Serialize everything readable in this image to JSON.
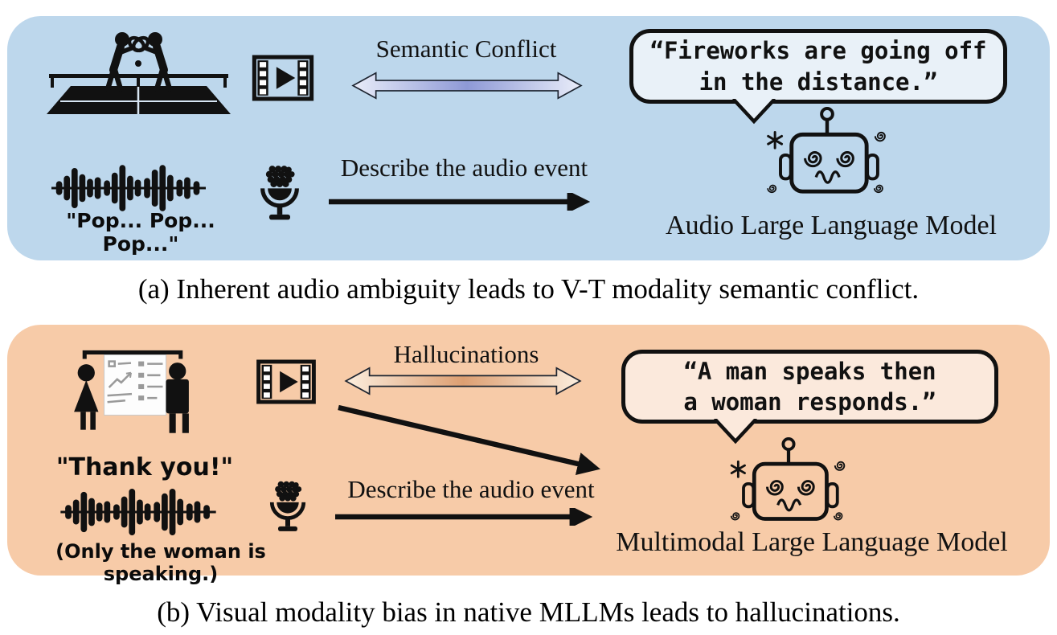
{
  "colors": {
    "panel_a_bg": "#bdd7ec",
    "panel_b_bg": "#f7cba8",
    "bubble_a_bg": "#e9f1f8",
    "bubble_b_bg": "#fbe9dc",
    "arrow_a_center": "#8e99d6",
    "arrow_a_edge": "#e9edf9",
    "arrow_b_center": "#dd9f72",
    "arrow_b_edge": "#fceede",
    "ink": "#111111"
  },
  "panel_a": {
    "conflict_label": "Semantic Conflict",
    "instruction_label": "Describe the audio event",
    "bubble": {
      "line1": "“Fireworks are going off",
      "line2": "in the distance.”"
    },
    "audio_transcript": "\"Pop... Pop... Pop...\"",
    "model_label": "Audio Large Language Model",
    "caption": "(a) Inherent audio ambiguity leads to V-T modality semantic conflict."
  },
  "panel_b": {
    "conflict_label": "Hallucinations",
    "instruction_label": "Describe the audio event",
    "bubble": {
      "line1": "“A man speaks then",
      "line2": "a woman responds.”"
    },
    "audio_transcript": "\"Thank you!\"",
    "audio_note": "(Only the woman is speaking.)",
    "model_label": "Multimodal Large Language Model",
    "caption": "(b) Visual modality bias in native MLLMs leads to hallucinations."
  }
}
